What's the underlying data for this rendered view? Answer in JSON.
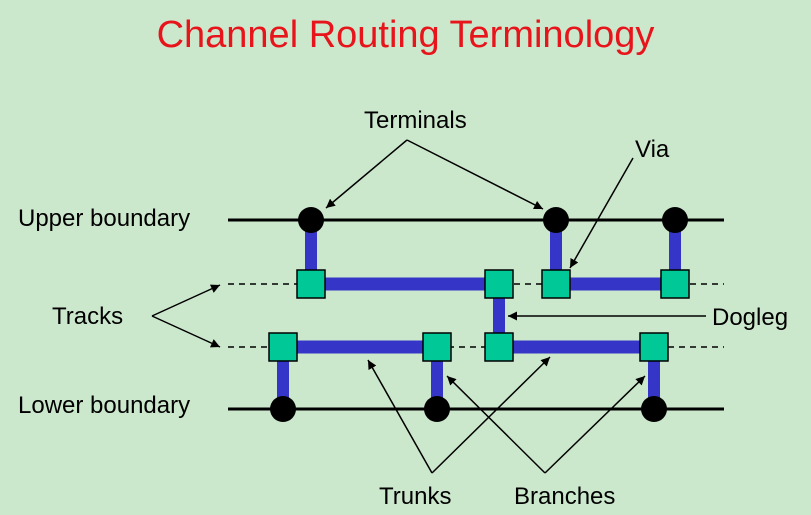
{
  "title": "Channel Routing Terminology",
  "labels": {
    "terminals": "Terminals",
    "via": "Via",
    "upper_boundary": "Upper boundary",
    "tracks": "Tracks",
    "dogleg": "Dogleg",
    "lower_boundary": "Lower boundary",
    "trunks": "Trunks",
    "branches": "Branches"
  },
  "colors": {
    "background": "#CCE8CC",
    "title": "#E8141B",
    "wire": "#3535C8",
    "via_fill": "#00C896",
    "terminal": "#000000"
  }
}
